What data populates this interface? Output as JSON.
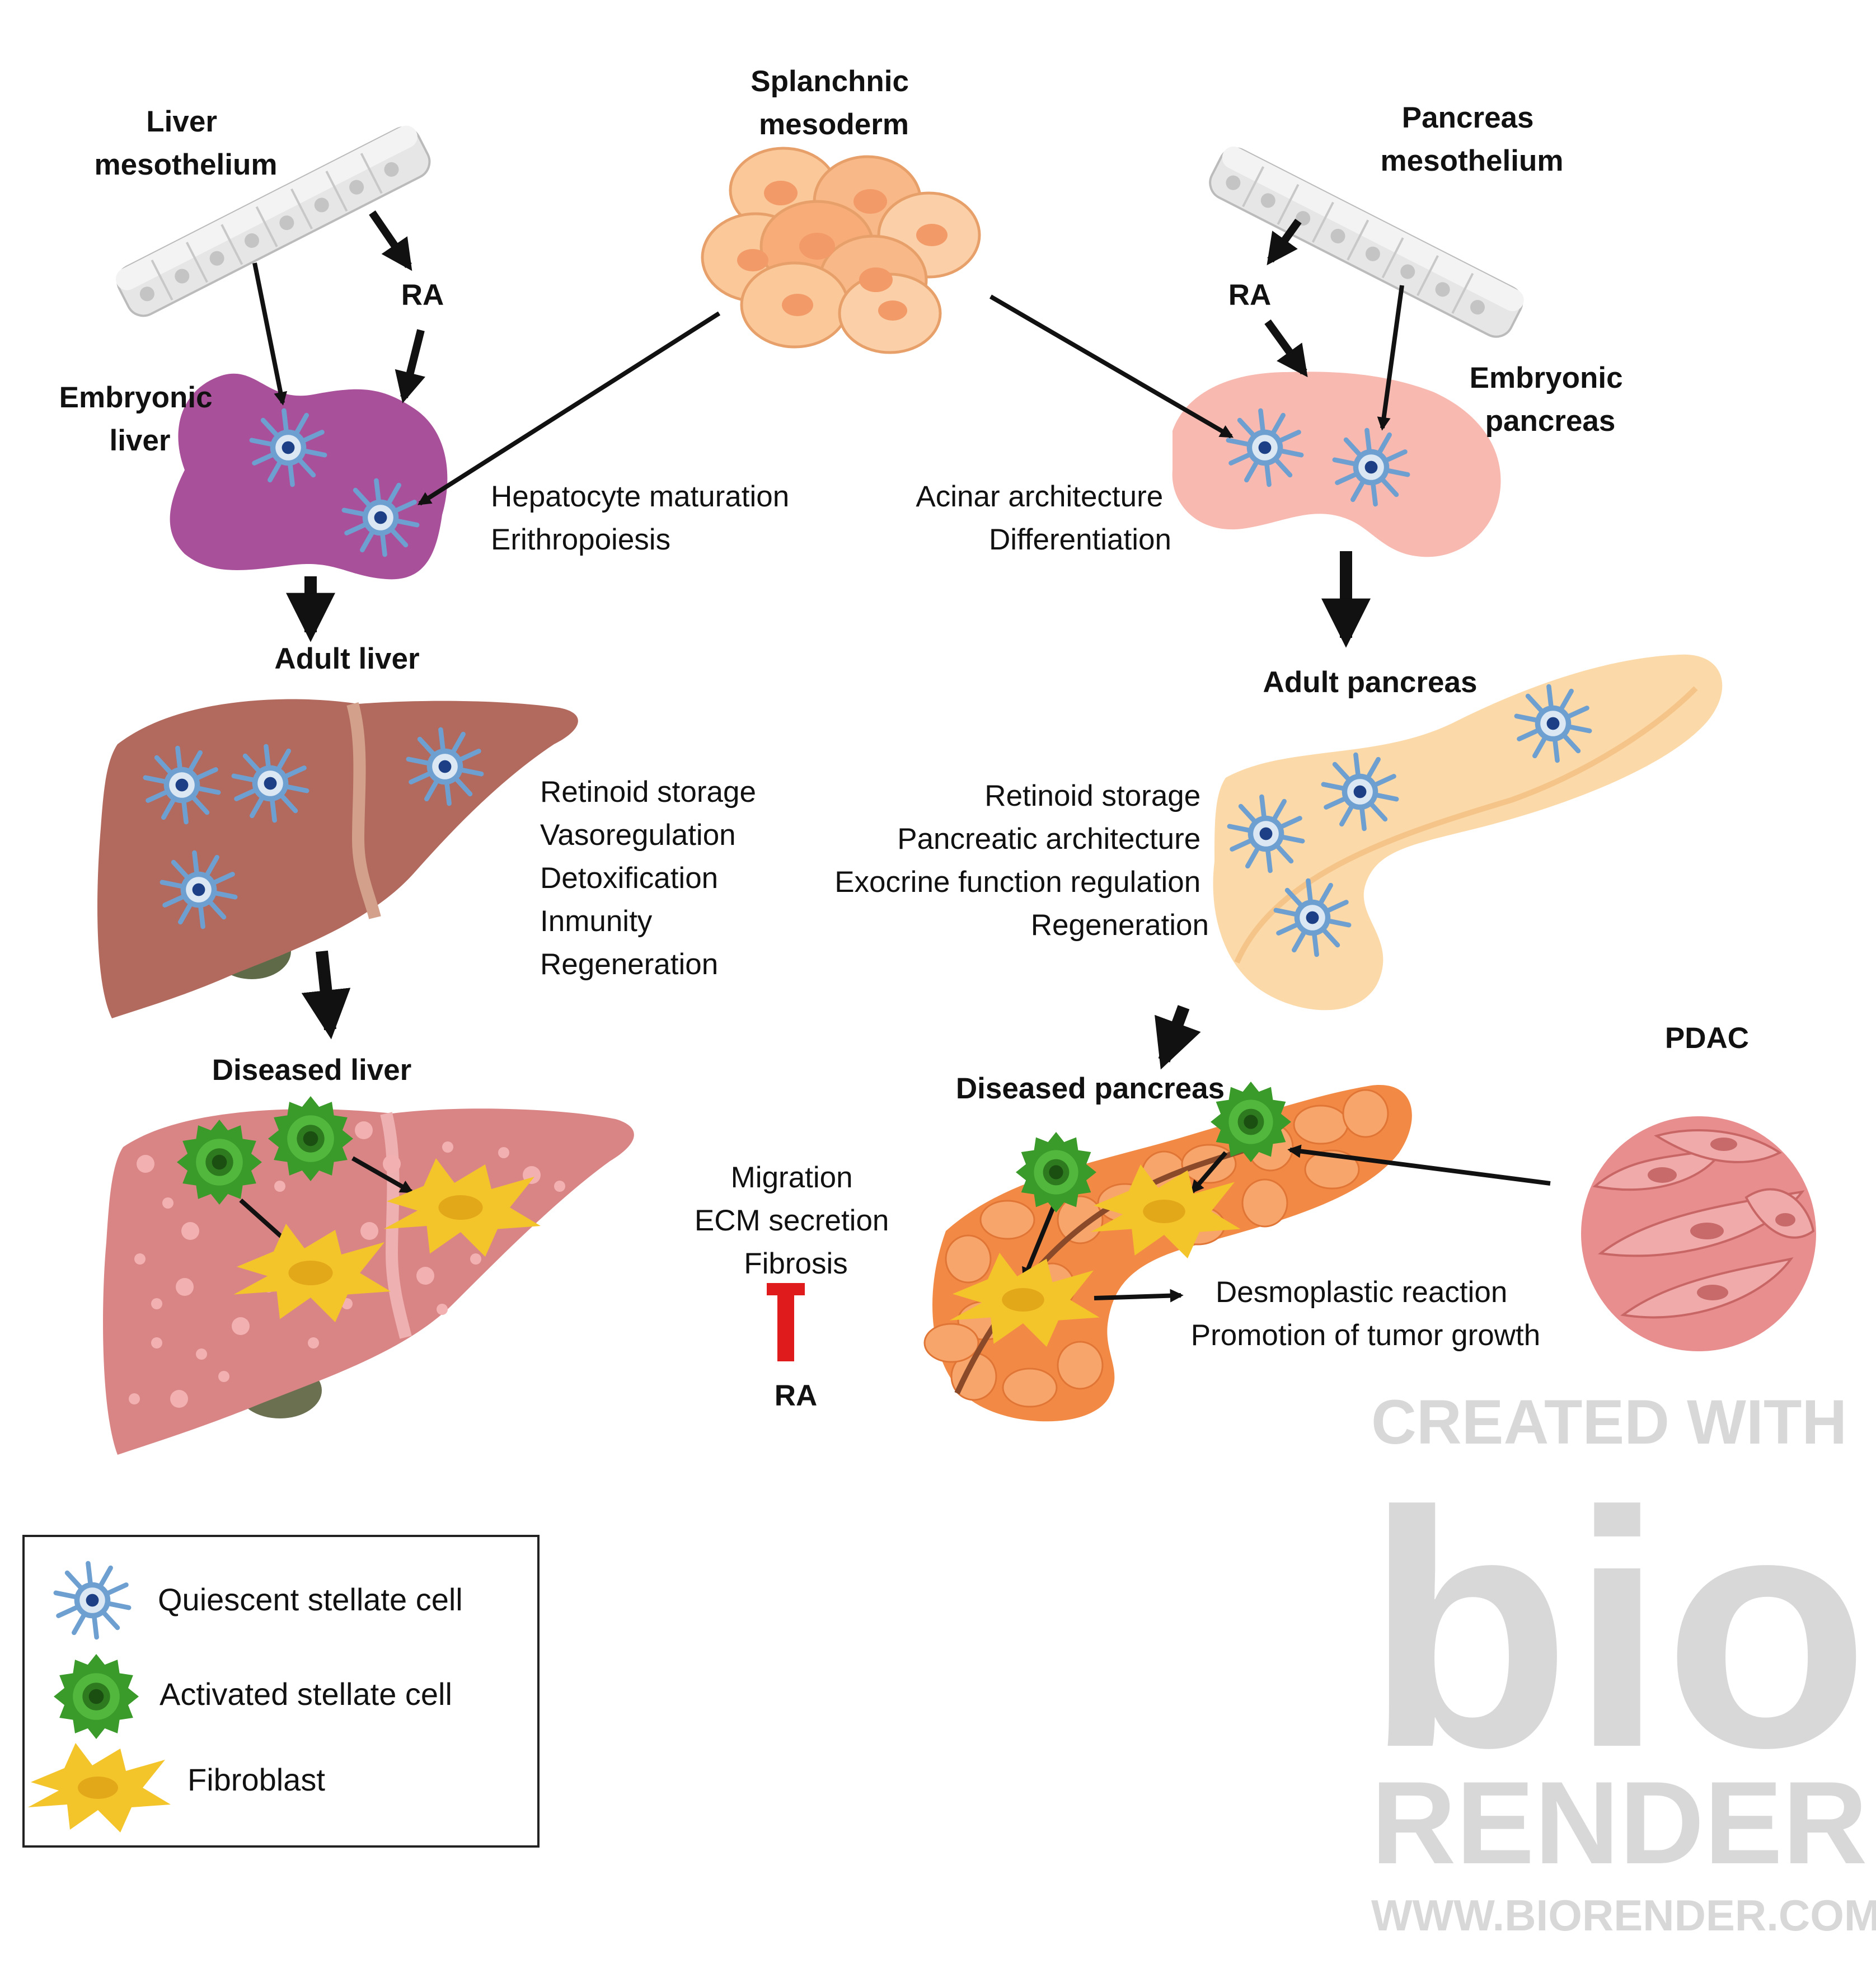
{
  "labels": {
    "liver_mesothelium": [
      "Liver",
      "mesothelium"
    ],
    "splanchnic_mesoderm": [
      "Splanchnic",
      "mesoderm"
    ],
    "pancreas_mesothelium": [
      "Pancreas",
      "mesothelium"
    ],
    "ra_liver": "RA",
    "ra_pancreas": "RA",
    "embryonic_liver": [
      "Embryonic",
      "liver"
    ],
    "embryonic_pancreas": [
      "Embryonic",
      "pancreas"
    ],
    "adult_liver": "Adult liver",
    "adult_pancreas": "Adult pancreas",
    "diseased_liver": "Diseased liver",
    "diseased_pancreas": "Diseased pancreas",
    "pdac": "PDAC",
    "ra_inhibit": "RA"
  },
  "functions": {
    "embryonic_liver": [
      "Hepatocyte maturation",
      "Erithropoiesis"
    ],
    "embryonic_pancreas": [
      "Acinar architecture",
      "Differentiation"
    ],
    "adult_liver": [
      "Retinoid storage",
      "Vasoregulation",
      "Detoxification",
      "Inmunity",
      "Regeneration"
    ],
    "adult_pancreas": [
      "Retinoid storage",
      "Pancreatic architecture",
      "Exocrine function regulation",
      "Regeneration"
    ],
    "activation": [
      "Migration",
      "ECM secretion",
      "Fibrosis"
    ],
    "pdac_effects": [
      "Desmoplastic reaction",
      "Promotion of tumor growth"
    ]
  },
  "legend": {
    "items": [
      {
        "icon": "quiescent-stellate-cell-icon",
        "label": "Quiescent stellate cell"
      },
      {
        "icon": "activated-stellate-cell-icon",
        "label": "Activated stellate cell"
      },
      {
        "icon": "fibroblast-icon",
        "label": "Fibroblast"
      }
    ]
  },
  "watermark": {
    "line1": "CREATED WITH",
    "logo": "bio",
    "line2": "RENDER",
    "url": "WWW.BIORENDER.COM"
  },
  "colors": {
    "embryonic_liver": "#a8509a",
    "embryonic_pancreas": "#f8b9b0",
    "adult_liver": "#b26a5e",
    "adult_pancreas": "#fcd9a8",
    "diseased_liver": "#d98585",
    "diseased_pancreas": "#f28a45",
    "quiescent_cell": "#6e9fd1",
    "activated_cell": "#3a9a2a",
    "fibroblast": "#f4c52a",
    "inhibit": "#e01b1b",
    "watermark": "#d8d8d8"
  }
}
